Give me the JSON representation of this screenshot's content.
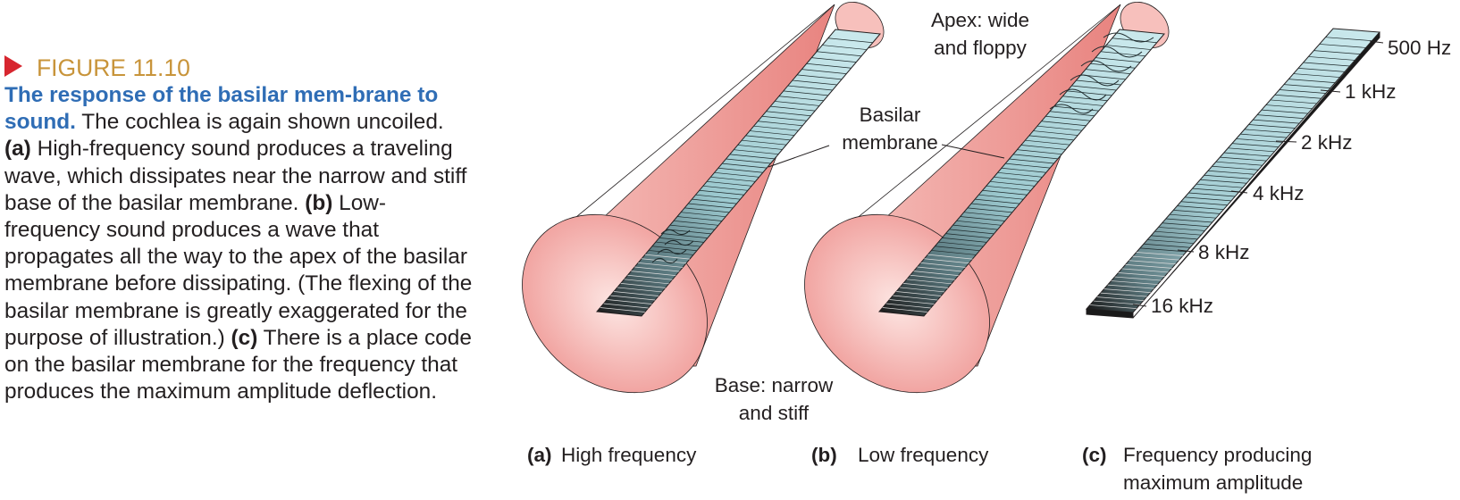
{
  "caption": {
    "figure_label": "FIGURE 11.10",
    "title": "The response of the basilar mem-brane to sound.",
    "body": [
      {
        "text": " The cochlea is again shown uncoiled. ",
        "bold": false
      },
      {
        "text": "(a)",
        "bold": true
      },
      {
        "text": " High-frequency sound produces a traveling wave, which dissipates near the narrow and stiff base of the basilar membrane. ",
        "bold": false
      },
      {
        "text": "(b)",
        "bold": true
      },
      {
        "text": " Low-frequency sound produces a wave that propagates all the way to the apex of the basilar membrane before dissipating. (The flexing of the basilar membrane is greatly exaggerated for the purpose of illustration.) ",
        "bold": false
      },
      {
        "text": "(c)",
        "bold": true
      },
      {
        "text": " There is a place code on the basilar membrane for the frequency that produces the maximum amplitude deflection.",
        "bold": false
      }
    ]
  },
  "labels": {
    "apex_line1": "Apex: wide",
    "apex_line2": "and floppy",
    "basilar_line1": "Basilar",
    "basilar_line2": "membrane",
    "base_line1": "Base: narrow",
    "base_line2": "and stiff"
  },
  "panels": {
    "a": {
      "letter": "(a)",
      "text": "High frequency"
    },
    "b": {
      "letter": "(b)",
      "text": "Low frequency"
    },
    "c": {
      "letter": "(c)",
      "text_line1": "Frequency producing",
      "text_line2": "maximum amplitude"
    }
  },
  "frequency_labels": [
    "500 Hz",
    "1 kHz",
    "2 kHz",
    "4 kHz",
    "8 kHz",
    "16 kHz"
  ],
  "colors": {
    "cone_fill": "#ee9a96",
    "cone_light": "#fbe1de",
    "membrane_light": "#bfe1e6",
    "membrane_dark": "#2a2a2a",
    "title_blue": "#2f6db5",
    "figure_gold": "#c8943a",
    "marker_red": "#d7262f"
  }
}
